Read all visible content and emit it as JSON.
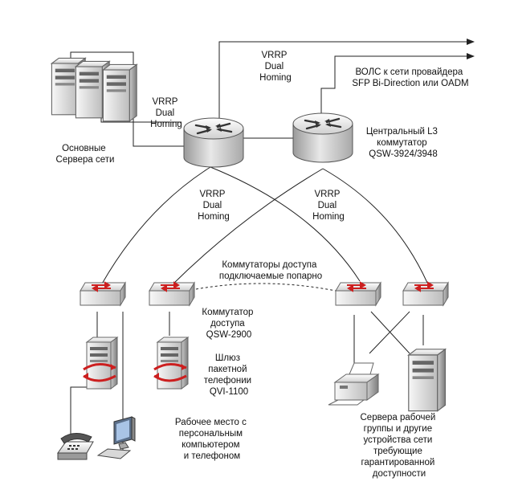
{
  "labels": {
    "core_servers": [
      "Основные",
      "Сервера сети"
    ],
    "vrrp_left": [
      "VRRP",
      "Dual",
      "Homing"
    ],
    "vrrp_top": [
      "VRRP",
      "Dual",
      "Homing"
    ],
    "vrrp_mid_left": [
      "VRRP",
      "Dual",
      "Homing"
    ],
    "vrrp_mid_right": [
      "VRRP",
      "Dual",
      "Homing"
    ],
    "provider_link": [
      "ВОЛС к сети провайдера",
      "SFP Bi-Direction или OADM"
    ],
    "core_switch": [
      "Центральный L3",
      "коммутатор",
      "QSW-3924/3948"
    ],
    "access_pair": [
      "Коммутаторы доступа",
      "подключаемые попарно"
    ],
    "access_switch": [
      "Коммутатор",
      "доступа",
      "QSW-2900"
    ],
    "voip_gateway": [
      "Шлюз",
      "пакетной",
      "телефонии",
      "QVI-1100"
    ],
    "workstation": [
      "Рабочее место с",
      "персональным",
      "компьютером",
      "и телефоном"
    ],
    "workgroup_servers": [
      "Сервера рабочей",
      "группы и другие",
      "устройства сети",
      "требующие",
      "гарантированной",
      "доступности"
    ]
  },
  "devices": {
    "core_routers": 2,
    "access_switches": 4,
    "core_servers": 3
  },
  "colors": {
    "line": "#222222",
    "arrow_red": "#cc1f1f",
    "device_light": "#f2f2f2",
    "device_dark": "#8a8a8a"
  }
}
